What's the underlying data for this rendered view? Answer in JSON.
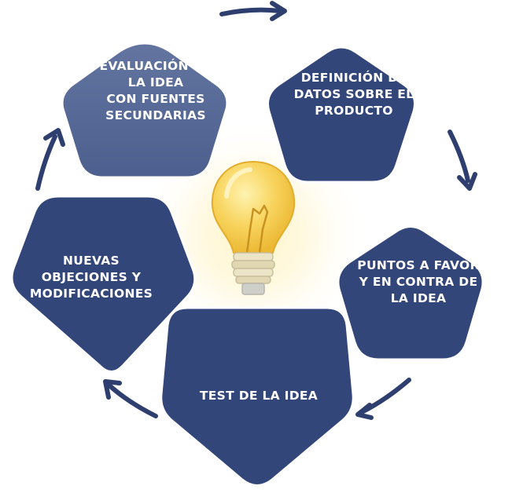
{
  "steps": [
    {
      "id": "evaluacion",
      "label": "EVALUACIÓN DE\nLA IDEA\nCON FUENTES\nSECUNDARIAS"
    },
    {
      "id": "definicion",
      "label": "DEFINICIÓN DE\nDATOS SOBRE EL\nPRODUCTO"
    },
    {
      "id": "puntos",
      "label": "PUNTOS A FAVOR\nY EN CONTRA DE\nLA IDEA"
    },
    {
      "id": "test",
      "label": "TEST DE LA IDEA"
    },
    {
      "id": "nuevas",
      "label": "NUEVAS\nOBJECIONES Y\nMODIFICACIONES"
    }
  ],
  "center_icon": "lightbulb-icon",
  "colors": {
    "pentagon_dark": "#33467a",
    "pentagon_light": "#5b6d99",
    "arrow": "#2e3f6f",
    "bulb": "#f6cf55",
    "glow": "#fff3c4"
  }
}
